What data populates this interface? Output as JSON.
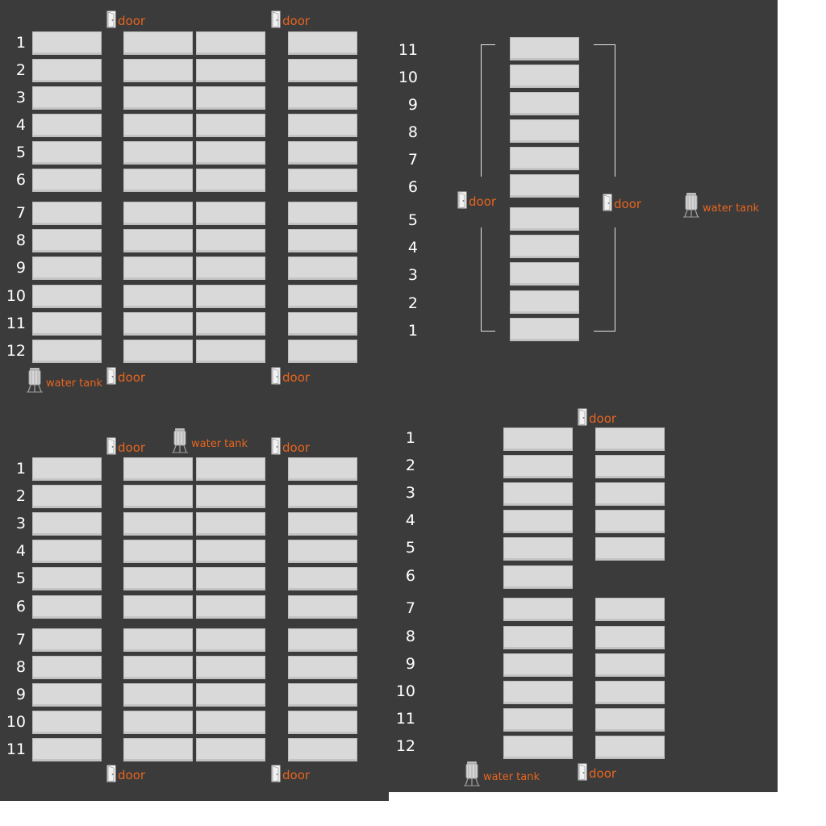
{
  "colors": {
    "background": "#3b3b3b",
    "seat": "#d9d9d9",
    "label_accent": "#e8651f",
    "row_number": "#ffffff"
  },
  "labels": {
    "door": "door",
    "water_tank": "water tank"
  },
  "icons": {
    "door": "door-icon",
    "water_tank": "water-tank-icon"
  },
  "sections": [
    {
      "name": "top-left",
      "rows": [
        "1",
        "2",
        "3",
        "4",
        "5",
        "6",
        "7",
        "8",
        "9",
        "10",
        "11",
        "12"
      ]
    },
    {
      "name": "top-right",
      "rows": [
        "11",
        "10",
        "9",
        "8",
        "7",
        "6",
        "5",
        "4",
        "3",
        "2",
        "1"
      ]
    },
    {
      "name": "bottom-left",
      "rows": [
        "1",
        "2",
        "3",
        "4",
        "5",
        "6",
        "7",
        "8",
        "9",
        "10",
        "11"
      ]
    },
    {
      "name": "bottom-right",
      "rows": [
        "1",
        "2",
        "3",
        "4",
        "5",
        "6",
        "7",
        "8",
        "9",
        "10",
        "11",
        "12"
      ]
    }
  ]
}
